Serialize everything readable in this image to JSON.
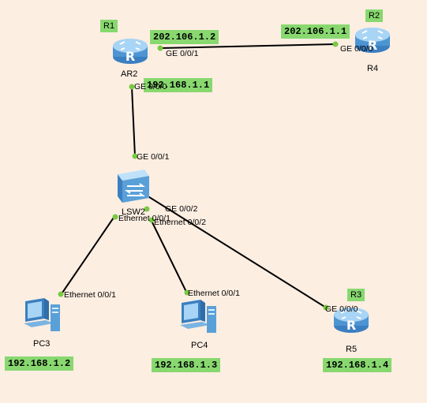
{
  "devices": {
    "ar2": {
      "name": "AR2",
      "tag": "R1",
      "ip_wan": "202.106.1.2",
      "ip_lan": "192.168.1.1"
    },
    "r4": {
      "name": "R4",
      "tag": "R2",
      "ip_wan": "202.106.1.1"
    },
    "lsw2": {
      "name": "LSW2"
    },
    "pc3": {
      "name": "PC3",
      "ip": "192.168.1.2"
    },
    "pc4": {
      "name": "PC4",
      "ip": "192.168.1.3"
    },
    "r5": {
      "name": "R5",
      "tag": "R3",
      "ip": "192.168.1.4"
    }
  },
  "ports": {
    "ar2_ge001": "GE 0/0/1",
    "ar2_ge000": "GE 0/0/0",
    "r4_ge000": "GE 0/0/0",
    "lsw2_ge001": "GE 0/0/1",
    "lsw2_eth001": "Ethernet 0/0/1",
    "lsw2_eth002": "Ethernet 0/0/2",
    "lsw2_ge002": "GE 0/0/2",
    "pc3_eth001": "Ethernet 0/0/1",
    "pc4_eth001": "Ethernet 0/0/1",
    "r5_ge000": "GE 0/0/0"
  },
  "colors": {
    "background": "#fdeee2",
    "label_bg": "#88d86f",
    "router_blue": "#5aa0d8",
    "port_dot": "#7ac943"
  }
}
